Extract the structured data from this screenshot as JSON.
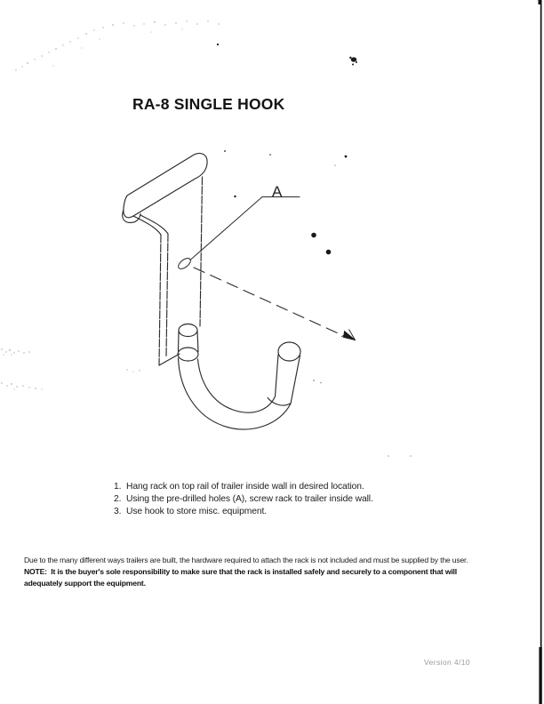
{
  "page": {
    "title": "RA-8 SINGLE HOOK",
    "version": "Version 4/10"
  },
  "diagram": {
    "label": "A"
  },
  "instructions": {
    "items": [
      {
        "num": "1.",
        "text": "Hang rack on top rail of trailer inside wall in desired location."
      },
      {
        "num": "2.",
        "text": "Using the pre-drilled holes (A), screw rack to trailer inside wall."
      },
      {
        "num": "3.",
        "text": "Use hook to store misc. equipment."
      }
    ]
  },
  "note": {
    "line1": "Due to the many different ways trailers are built, the hardware required to attach the rack is not included and must be supplied by the user.",
    "line2": "NOTE:  It is the buyer's sole responsibility to make sure that the rack is installed safely and securely to a component that will",
    "line3": "adequately support the equipment."
  },
  "colors": {
    "ink": "#2b2b2b",
    "dot_ink": "#1b1b1b",
    "faint_text": "#9b9b9b",
    "speckle": "#b5b5b5",
    "edge_bar": "#111111",
    "paper": "#ffffff"
  }
}
